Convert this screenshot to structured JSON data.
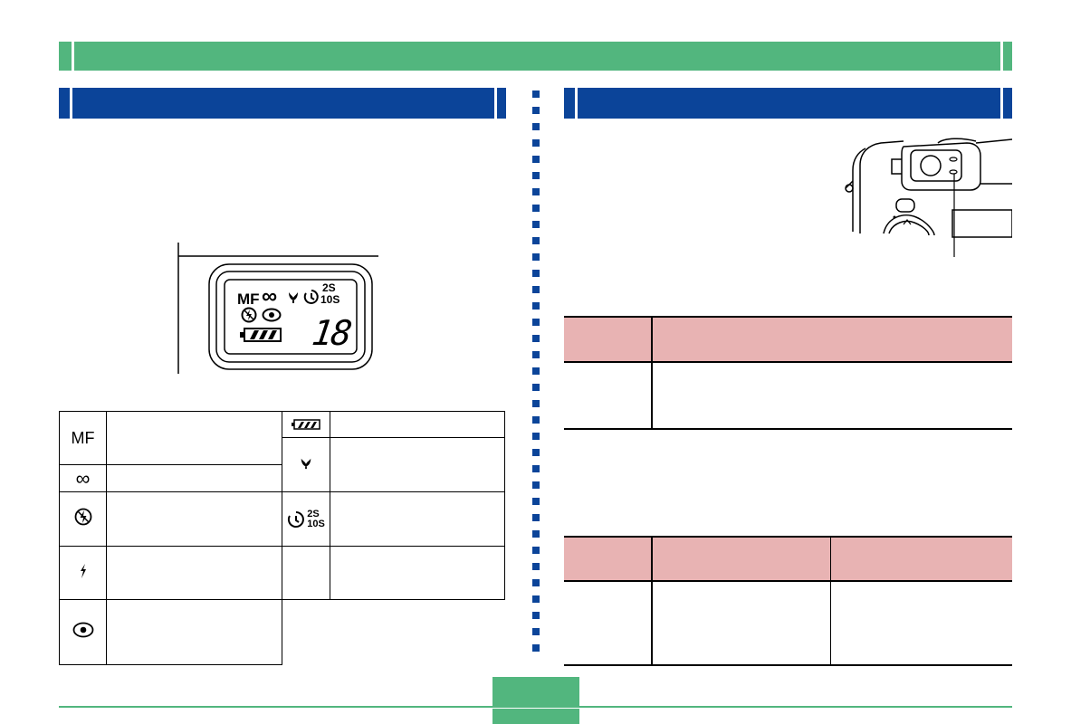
{
  "lcd_panel": {
    "mf_label": "MF",
    "infinity_symbol": "∞",
    "timer_2s": "2S",
    "timer_10s": "10S",
    "shot_count": "18"
  },
  "lcd_table": {
    "mf_label": "MF",
    "infinity_symbol": "∞",
    "timer_2s": "2S",
    "timer_10s": "10S",
    "icons": [
      "mf-icon",
      "infinity-icon",
      "flash-off-icon",
      "flash-on-icon",
      "red-eye-icon",
      "battery-icon",
      "macro-icon",
      "self-timer-icon"
    ]
  },
  "colors": {
    "green": "#52b67e",
    "blue": "#0b4499",
    "pink": "#e8b3b3"
  }
}
